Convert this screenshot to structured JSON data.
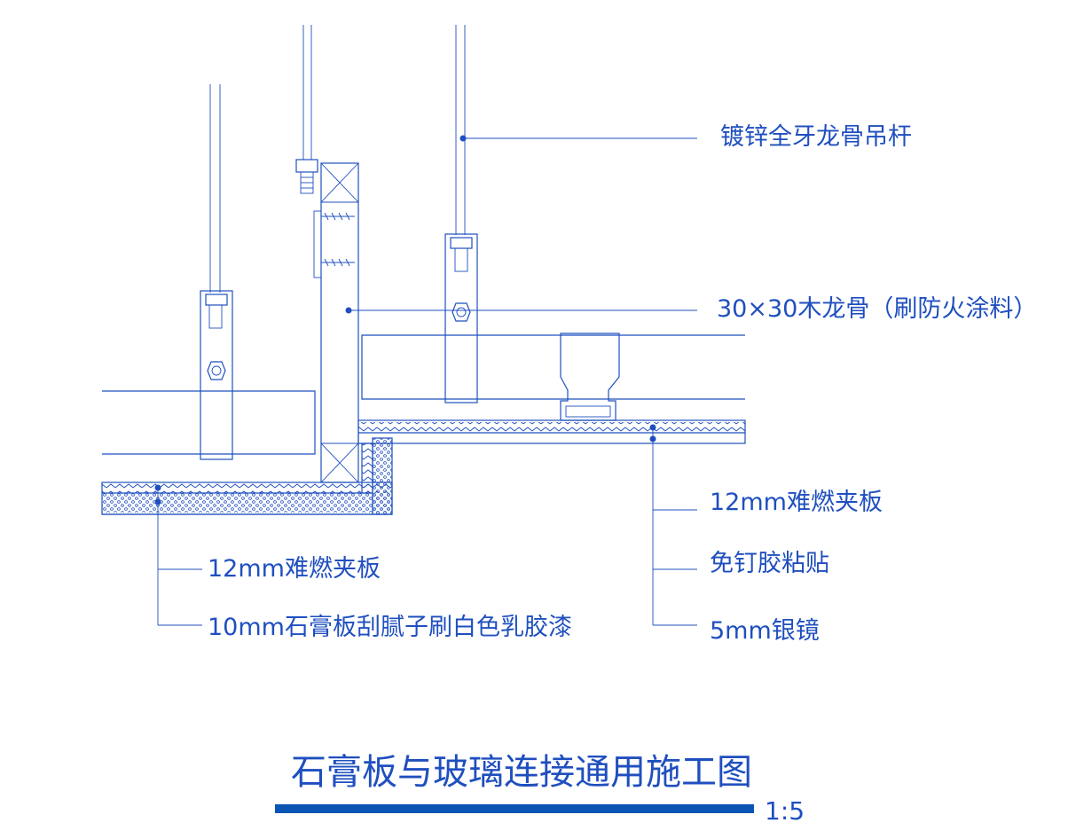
{
  "title": "石膏板与玻璃连接通用施工图",
  "scale": "1:5",
  "labels": {
    "rod": "镀锌全牙龙骨吊杆",
    "keel": "30×30木龙骨（刷防火涂料）",
    "board_right": "12mm难燃夹板",
    "glue": "免钉胶粘贴",
    "mirror": "5mm银镜",
    "board_left": "12mm难燃夹板",
    "gypsum": "10mm石膏板刮腻子刷白色乳胶漆"
  },
  "colors": {
    "line": "#1f4fbf",
    "title_bar": "#0a54b4"
  }
}
